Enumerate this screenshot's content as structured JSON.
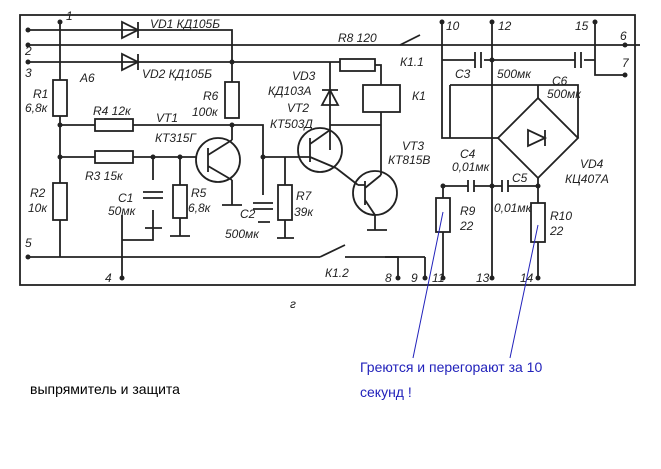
{
  "schematic": {
    "figure_letter": "г",
    "block_label": "A6",
    "terminals": [
      "1",
      "2",
      "3",
      "4",
      "5",
      "6",
      "7",
      "8",
      "9",
      "10",
      "11",
      "12",
      "13",
      "14",
      "15"
    ],
    "components": {
      "VD1": "VD1 КД105Б",
      "VD2": "VD2 КД105Б",
      "VD3": "VD3",
      "VD3_type": "КД103А",
      "VT1": "VT1",
      "VT1_type": "КТ315Г",
      "VT2": "VT2",
      "VT2_type": "КТ503Д",
      "VT3": "VT3",
      "VT3_type": "КТ815В",
      "R1": "R1",
      "R1_val": "6,8к",
      "R2": "R2",
      "R2_val": "10к",
      "R3": "R3 15к",
      "R4": "R4 12к",
      "R5": "R5",
      "R5_val": "6,8к",
      "R6": "R6",
      "R6_val": "100к",
      "R7": "R7",
      "R7_val": "39к",
      "R8": "R8 120",
      "R9": "R9",
      "R9_val": "22",
      "R10": "R10",
      "R10_val": "22",
      "C1": "C1",
      "C1_val": "50мк",
      "C2": "C2",
      "C2_val": "500мк",
      "C3": "C3",
      "C3_val": "500мк",
      "C4": "C4",
      "C4_val": "0,01мк",
      "C5": "C5",
      "C5_val": "0,01мк",
      "C6": "C6",
      "C6_val": "500мк",
      "K1": "К1",
      "K1_1": "К1.1",
      "K1_2": "К1.2",
      "VD4": "VD4",
      "VD4_type": "КЦ407А"
    }
  },
  "captions": {
    "left": "выпрямитель и защита",
    "annotation_line1": "Греются и перегорают за 10",
    "annotation_line2": "секунд !"
  },
  "colors": {
    "annotation": "#2222bb"
  }
}
